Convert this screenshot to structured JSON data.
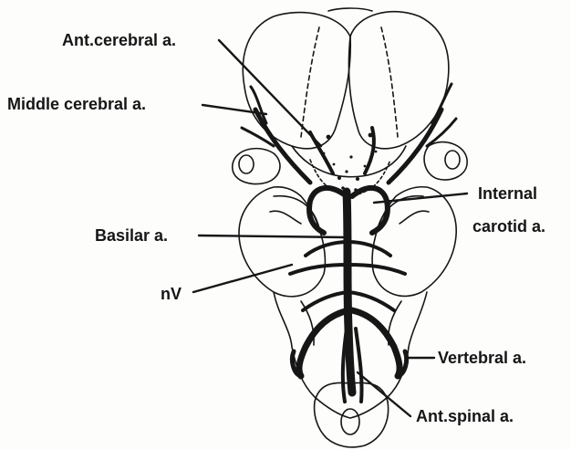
{
  "labels": {
    "ant_cerebral": "Ant.cerebral a.",
    "middle_cerebral": "Middle cerebral a.",
    "internal_carotid_line1": "Internal",
    "internal_carotid_line2": "carotid a.",
    "basilar": "Basilar a.",
    "nv": "nV",
    "vertebral": "Vertebral a.",
    "ant_spinal": "Ant.spinal a."
  },
  "colors": {
    "ink": "#161616",
    "paper": "#fdfdfc"
  }
}
